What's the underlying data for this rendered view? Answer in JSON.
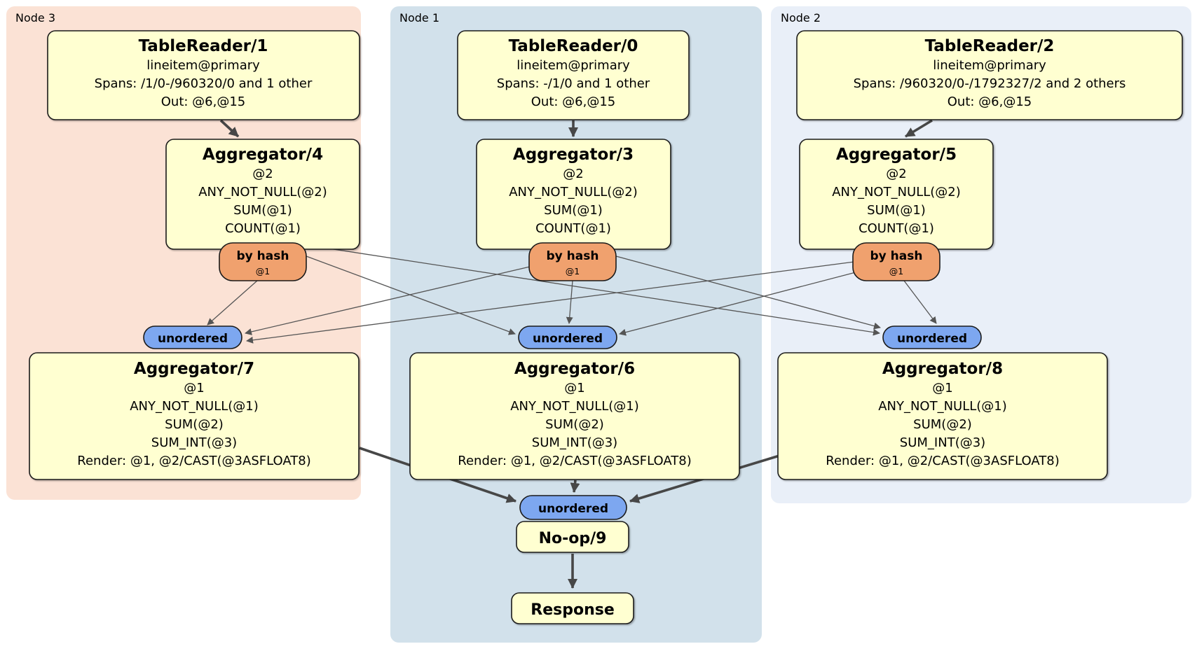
{
  "groups": {
    "node3": {
      "label": "Node 3"
    },
    "node1": {
      "label": "Node 1"
    },
    "node2": {
      "label": "Node 2"
    }
  },
  "processors": {
    "tr1": {
      "title": "TableReader/1",
      "index": "lineitem@primary",
      "spans": "Spans: /1/0-/960320/0 and 1 other",
      "out": "Out: @6,@15"
    },
    "tr0": {
      "title": "TableReader/0",
      "index": "lineitem@primary",
      "spans": "Spans: -/1/0 and 1 other",
      "out": "Out: @6,@15"
    },
    "tr2": {
      "title": "TableReader/2",
      "index": "lineitem@primary",
      "spans": "Spans: /960320/0-/1792327/2 and 2 others",
      "out": "Out: @6,@15"
    },
    "ag4": {
      "title": "Aggregator/4",
      "group_by": "@2",
      "agg1": "ANY_NOT_NULL(@2)",
      "agg2": "SUM(@1)",
      "agg3": "COUNT(@1)"
    },
    "ag3": {
      "title": "Aggregator/3",
      "group_by": "@2",
      "agg1": "ANY_NOT_NULL(@2)",
      "agg2": "SUM(@1)",
      "agg3": "COUNT(@1)"
    },
    "ag5": {
      "title": "Aggregator/5",
      "group_by": "@2",
      "agg1": "ANY_NOT_NULL(@2)",
      "agg2": "SUM(@1)",
      "agg3": "COUNT(@1)"
    },
    "ag7": {
      "title": "Aggregator/7",
      "group_by": "@1",
      "agg1": "ANY_NOT_NULL(@1)",
      "agg2": "SUM(@2)",
      "agg3": "SUM_INT(@3)",
      "render": "Render: @1, @2/CAST(@3ASFLOAT8)"
    },
    "ag6": {
      "title": "Aggregator/6",
      "group_by": "@1",
      "agg1": "ANY_NOT_NULL(@1)",
      "agg2": "SUM(@2)",
      "agg3": "SUM_INT(@3)",
      "render": "Render: @1, @2/CAST(@3ASFLOAT8)"
    },
    "ag8": {
      "title": "Aggregator/8",
      "group_by": "@1",
      "agg1": "ANY_NOT_NULL(@1)",
      "agg2": "SUM(@2)",
      "agg3": "SUM_INT(@3)",
      "render": "Render: @1, @2/CAST(@3ASFLOAT8)"
    },
    "noop": {
      "title": "No-op/9"
    },
    "response": {
      "title": "Response"
    }
  },
  "routers": {
    "by_hash": {
      "label": "by hash",
      "key": "@1"
    },
    "stream": {
      "label": "unordered"
    }
  },
  "edges": {
    "thick": [
      {
        "from": "TableReader/1",
        "to": "Aggregator/4"
      },
      {
        "from": "TableReader/0",
        "to": "Aggregator/3"
      },
      {
        "from": "TableReader/2",
        "to": "Aggregator/5"
      },
      {
        "from": "Aggregator/7",
        "to": "unordered (No-op/9)"
      },
      {
        "from": "Aggregator/6",
        "to": "unordered (No-op/9)"
      },
      {
        "from": "Aggregator/8",
        "to": "unordered (No-op/9)"
      },
      {
        "from": "No-op/9",
        "to": "Response"
      }
    ],
    "thin": [
      {
        "from": "by hash (Aggregator/4)",
        "to": "unordered (Aggregator/7)"
      },
      {
        "from": "by hash (Aggregator/4)",
        "to": "unordered (Aggregator/6)"
      },
      {
        "from": "by hash (Aggregator/4)",
        "to": "unordered (Aggregator/8)"
      },
      {
        "from": "by hash (Aggregator/3)",
        "to": "unordered (Aggregator/7)"
      },
      {
        "from": "by hash (Aggregator/3)",
        "to": "unordered (Aggregator/6)"
      },
      {
        "from": "by hash (Aggregator/3)",
        "to": "unordered (Aggregator/8)"
      },
      {
        "from": "by hash (Aggregator/5)",
        "to": "unordered (Aggregator/7)"
      },
      {
        "from": "by hash (Aggregator/5)",
        "to": "unordered (Aggregator/6)"
      },
      {
        "from": "by hash (Aggregator/5)",
        "to": "unordered (Aggregator/8)"
      }
    ]
  },
  "colors": {
    "node3_bg": "#fbe2d5",
    "node1_bg": "#d2e1eb",
    "node2_bg": "#e9eff8",
    "processor_bg": "#ffffd1",
    "hash_router_bg": "#f0a16e",
    "stream_bg": "#7da7f0",
    "edge": "#555555",
    "edge_thick": "#474747"
  }
}
